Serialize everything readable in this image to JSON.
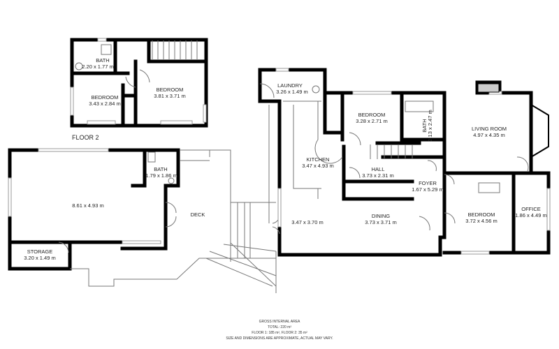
{
  "floor2_label": "FLOOR 2",
  "rooms": {
    "f2_bath": {
      "name": "BATH",
      "size": "2.20 x 1.77 m"
    },
    "f2_bedroom_small": {
      "name": "BEDROOM",
      "size": "3.43 x 2.84 m"
    },
    "f2_bedroom_large": {
      "name": "BEDROOM",
      "size": "3.81 x 3.71 m"
    },
    "laundry": {
      "name": "LAUNDRY",
      "size": "3.26 x 1.49 m"
    },
    "bedroom_mid": {
      "name": "BEDROOM",
      "size": "3.28 x 2.71 m"
    },
    "bath_mid": {
      "name": "BATH",
      "size": "2.13 x 2.47 m"
    },
    "living": {
      "name": "LIVING ROOM",
      "size": "4.97 x 4.35 m"
    },
    "kitchen": {
      "name": "KITCHEN",
      "size": "3.47 x 4.93 m"
    },
    "hall": {
      "name": "HALL",
      "size": "3.73 x 2.31 m"
    },
    "foyer": {
      "name": "FOYER",
      "size": "1.67 x 5.29 m"
    },
    "bedroom_right": {
      "name": "BEDROOM",
      "size": "3.72 x 4.56 m"
    },
    "office": {
      "name": "OFFICE",
      "size": "1.86 x 4.49 m"
    },
    "family": {
      "size": "3.47 x 3.70 m"
    },
    "dining": {
      "name": "DINING",
      "size": "3.73 x 3.71 m"
    },
    "outbuilding": {
      "size": "8.61 x 4.93 m"
    },
    "out_bath": {
      "name": "BATH",
      "size": "1.79 x 1.86 m"
    },
    "storage": {
      "name": "STORAGE",
      "size": "3.20 x 1.49 m"
    },
    "deck": {
      "name": "DECK"
    }
  },
  "area_note": {
    "line1": "GROSS INTERNAL AREA",
    "line2": "TOTAL: 220 m²",
    "line3": "FLOOR 1: 185 m²,  FLOOR 2: 35 m²",
    "line4": "SIZE AND DIMENSIONS ARE APPROXIMATE, ACTUAL MAY VARY."
  }
}
